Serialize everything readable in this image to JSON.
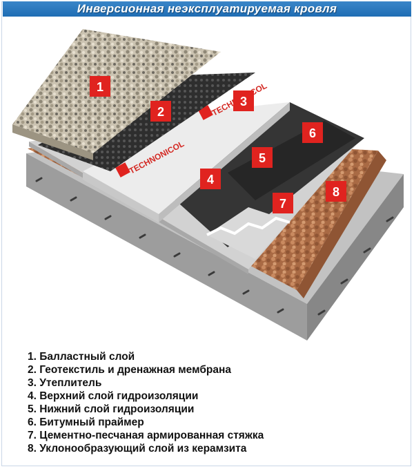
{
  "title": "Инверсионная неэксплуатируемая кровля",
  "brand_text": "TECHNONICOL",
  "badges": [
    "1",
    "2",
    "3",
    "4",
    "5",
    "6",
    "7",
    "8"
  ],
  "legend": [
    "1. Балластный слой",
    "2. Геотекстиль и дренажная мембрана",
    "3. Утеплитель",
    "4. Верхний слой гидроизоляции",
    "5. Нижний слой гидроизоляции",
    "6. Битумный праймер",
    "7. Цементно-песчаная армированная стяжка",
    "8. Уклонообразующий слой из керамзита"
  ],
  "colors": {
    "title_bar": "#2a78bd",
    "badge": "#e0231f",
    "concrete": "#b9b9b9",
    "gravel": "#cfc7b5",
    "membrane": "#3b3b3b",
    "insulation": "#e9e9e9",
    "bitumen": "#2f2f2f",
    "clay": "#b7764e"
  }
}
